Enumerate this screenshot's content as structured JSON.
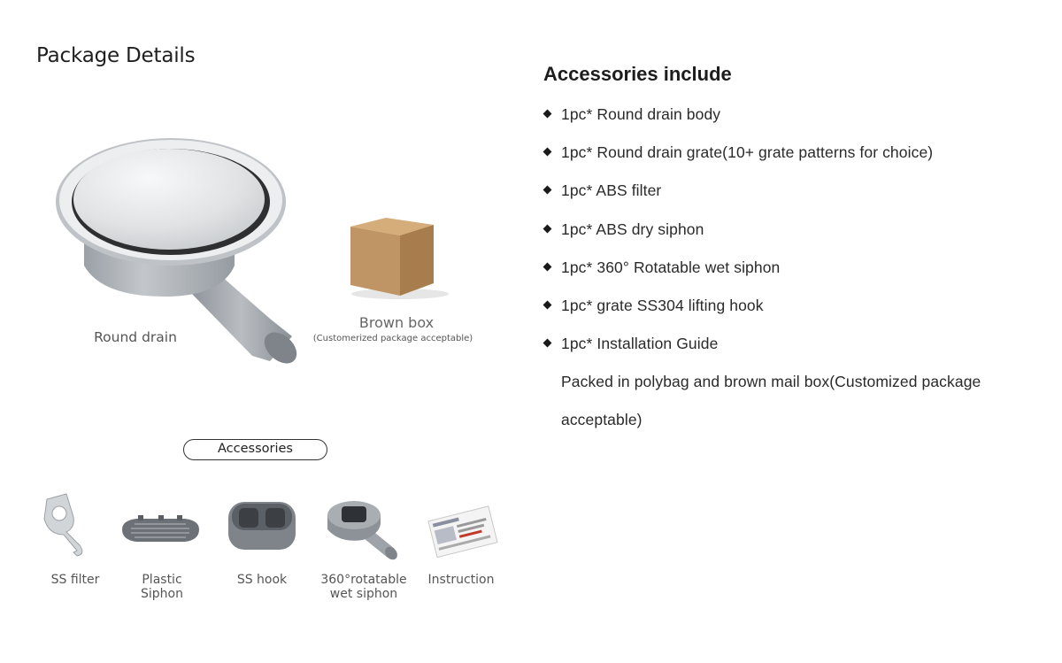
{
  "left": {
    "title": "Package Details",
    "round_drain_label": "Round drain",
    "brown_box_label": "Brown box",
    "brown_box_note": "(Customerized package acceptable)",
    "accessories_pill": "Accessories",
    "accessories": [
      {
        "line1": "SS filter",
        "line2": ""
      },
      {
        "line1": "Plastic",
        "line2": "Siphon"
      },
      {
        "line1": "SS hook",
        "line2": ""
      },
      {
        "line1": "360°rotatable",
        "line2": "wet siphon"
      },
      {
        "line1": "Instruction",
        "line2": ""
      }
    ]
  },
  "right": {
    "title": "Accessories include",
    "items": [
      "1pc* Round drain body",
      "1pc* Round drain grate(10+ grate patterns for choice)",
      "1pc* ABS filter",
      "1pc* ABS dry siphon",
      "1pc* 360° Rotatable wet siphon",
      "1pc* grate SS304 lifting hook",
      "1pc* Installation Guide"
    ],
    "packed_note": "Packed in polybag and brown mail box(Customized package acceptable)"
  },
  "colors": {
    "box_front": "#b88f5f",
    "box_top": "#d4ad7b",
    "pipe_gray": "#9ea3a9",
    "steel": "#d9dcdf"
  }
}
